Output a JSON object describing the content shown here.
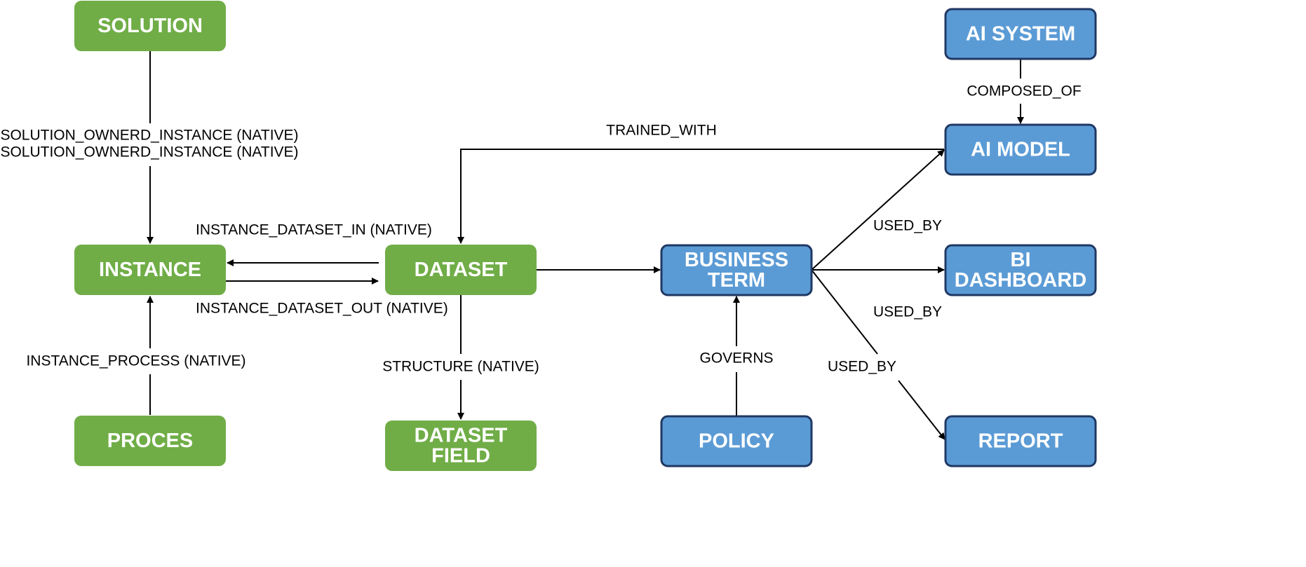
{
  "colors": {
    "native": "#70ad47",
    "custom": "#5b9bd5",
    "custom_border": "#1f3864",
    "edge": "#000000"
  },
  "nodes": {
    "solution": {
      "lines": [
        "SOLUTION"
      ],
      "kind": "native"
    },
    "instance": {
      "lines": [
        "INSTANCE"
      ],
      "kind": "native"
    },
    "proces": {
      "lines": [
        "PROCES"
      ],
      "kind": "native"
    },
    "dataset": {
      "lines": [
        "DATASET"
      ],
      "kind": "native"
    },
    "dataset_field": {
      "lines": [
        "DATASET",
        "FIELD"
      ],
      "kind": "native"
    },
    "business_term": {
      "lines": [
        "BUSINESS",
        "TERM"
      ],
      "kind": "custom"
    },
    "policy": {
      "lines": [
        "POLICY"
      ],
      "kind": "custom"
    },
    "ai_system": {
      "lines": [
        "AI SYSTEM"
      ],
      "kind": "custom"
    },
    "ai_model": {
      "lines": [
        "AI MODEL"
      ],
      "kind": "custom"
    },
    "bi_dashboard": {
      "lines": [
        "BI",
        "DASHBOARD"
      ],
      "kind": "custom"
    },
    "report": {
      "lines": [
        "REPORT"
      ],
      "kind": "custom"
    }
  },
  "edges": {
    "solution_instance": {
      "from": "solution",
      "to": "instance",
      "labels": [
        "SOLUTION_OWNERD_INSTANCE (NATIVE)",
        "SOLUTION_OWNERD_INSTANCE (NATIVE)"
      ]
    },
    "dataset_in": {
      "from": "dataset",
      "to": "instance",
      "labels": [
        "INSTANCE_DATASET_IN (NATIVE)"
      ]
    },
    "dataset_out": {
      "from": "instance",
      "to": "dataset",
      "labels": [
        "INSTANCE_DATASET_OUT (NATIVE)"
      ]
    },
    "instance_process": {
      "from": "proces",
      "to": "instance",
      "labels": [
        "INSTANCE_PROCESS (NATIVE)"
      ]
    },
    "structure": {
      "from": "dataset",
      "to": "dataset_field",
      "labels": [
        "STRUCTURE (NATIVE)"
      ]
    },
    "trained_with": {
      "from": "ai_model",
      "to": "dataset",
      "labels": [
        "TRAINED_WITH"
      ]
    },
    "dataset_term": {
      "from": "dataset",
      "to": "business_term",
      "labels": []
    },
    "governs": {
      "from": "policy",
      "to": "business_term",
      "labels": [
        "GOVERNS"
      ]
    },
    "composed_of": {
      "from": "ai_system",
      "to": "ai_model",
      "labels": [
        "COMPOSED_OF"
      ]
    },
    "used_by_model": {
      "from": "business_term",
      "to": "ai_model",
      "labels": [
        "USED_BY"
      ]
    },
    "used_by_dashboard": {
      "from": "business_term",
      "to": "bi_dashboard",
      "labels": [
        "USED_BY"
      ]
    },
    "used_by_report": {
      "from": "business_term",
      "to": "report",
      "labels": [
        "USED_BY"
      ]
    }
  }
}
